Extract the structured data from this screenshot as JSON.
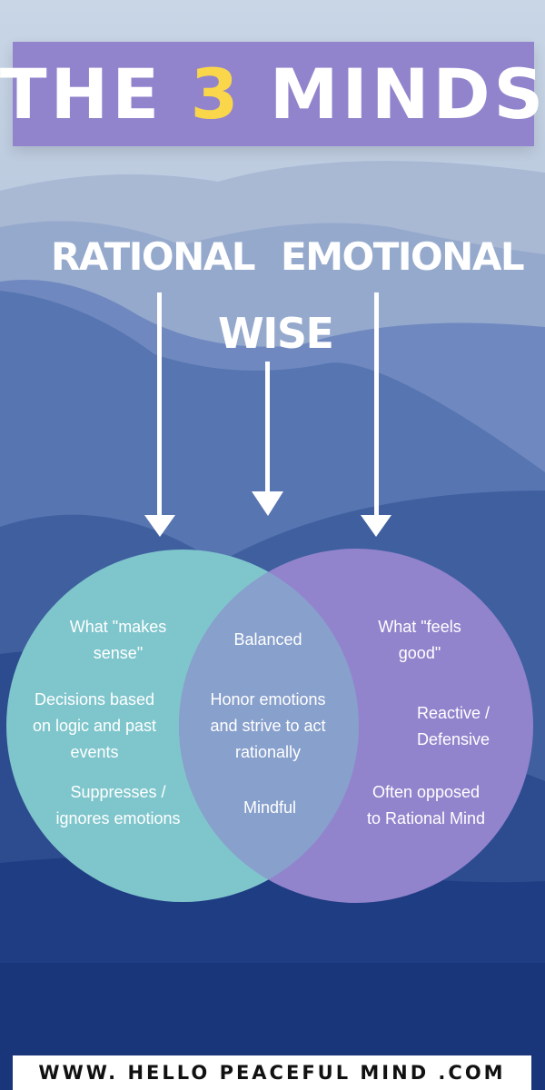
{
  "title": {
    "before": "THE ",
    "accent": "3",
    "after": " MINDS"
  },
  "labels": {
    "rational": "RATIONAL",
    "emotional": "EMOTIONAL",
    "wise": "WISE"
  },
  "rational_mind": {
    "items": [
      "What \"makes\nsense\"",
      "Decisions based\non logic and past\nevents",
      "Suppresses /\nignores emotions"
    ]
  },
  "wise_mind": {
    "items": [
      "Balanced",
      "Honor emotions\nand strive to act\nrationally",
      "Mindful"
    ]
  },
  "emotional_mind": {
    "items": [
      "What \"feels\ngood\"",
      "Reactive /\nDefensive",
      "Often opposed\nto Rational Mind"
    ]
  },
  "footer": {
    "url": "WWW. HELLO PEACEFUL MIND .COM"
  },
  "colors": {
    "title_bg": "#9284cc",
    "accent": "#f9d64a",
    "rational_circle": "#7fc6cc",
    "emotional_circle": "#9284cc",
    "overlap": "#88a0cc"
  }
}
